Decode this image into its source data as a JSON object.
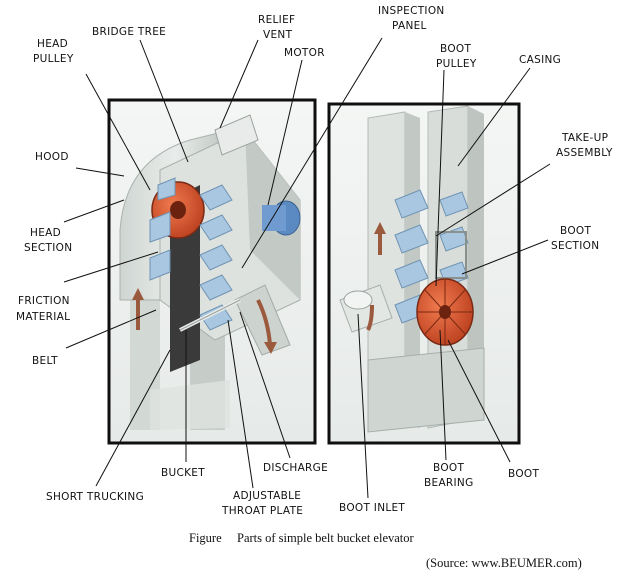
{
  "labels": {
    "head_pulley": [
      "HEAD",
      "PULLEY"
    ],
    "bridge_tree": "BRIDGE TREE",
    "relief_vent": [
      "RELIEF",
      "VENT"
    ],
    "motor": "MOTOR",
    "inspection_panel": [
      "INSPECTION",
      "PANEL"
    ],
    "boot_pulley": [
      "BOOT",
      "PULLEY"
    ],
    "casing": "CASING",
    "hood": "HOOD",
    "take_up_assembly": [
      "TAKE-UP",
      "ASSEMBLY"
    ],
    "head_section": [
      "HEAD",
      "SECTION"
    ],
    "boot_section": [
      "BOOT",
      "SECTION"
    ],
    "friction_material": [
      "FRICTION",
      "MATERIAL"
    ],
    "belt": "BELT",
    "bucket": "BUCKET",
    "discharge": "DISCHARGE",
    "boot_bearing": [
      "BOOT",
      "BEARING"
    ],
    "boot": "BOOT",
    "short_trucking": "SHORT TRUCKING",
    "adjustable_throat_plate": [
      "ADJUSTABLE",
      "THROAT PLATE"
    ],
    "boot_inlet": "BOOT INLET"
  },
  "caption": {
    "figure_word": "Figure",
    "title": "Parts of simple belt bucket elevator",
    "source": "(Source: www.BEUMER.com)"
  },
  "colors": {
    "frame": "#0f0f0f",
    "casing": "#d8ddd9",
    "casing_shade": "#b9c0bc",
    "bucket": "#a9c7e0",
    "pulley": "#d8502c",
    "motor": "#5b8ac2",
    "belt": "#3a3a3a",
    "arrow": "#9b5a3e"
  }
}
